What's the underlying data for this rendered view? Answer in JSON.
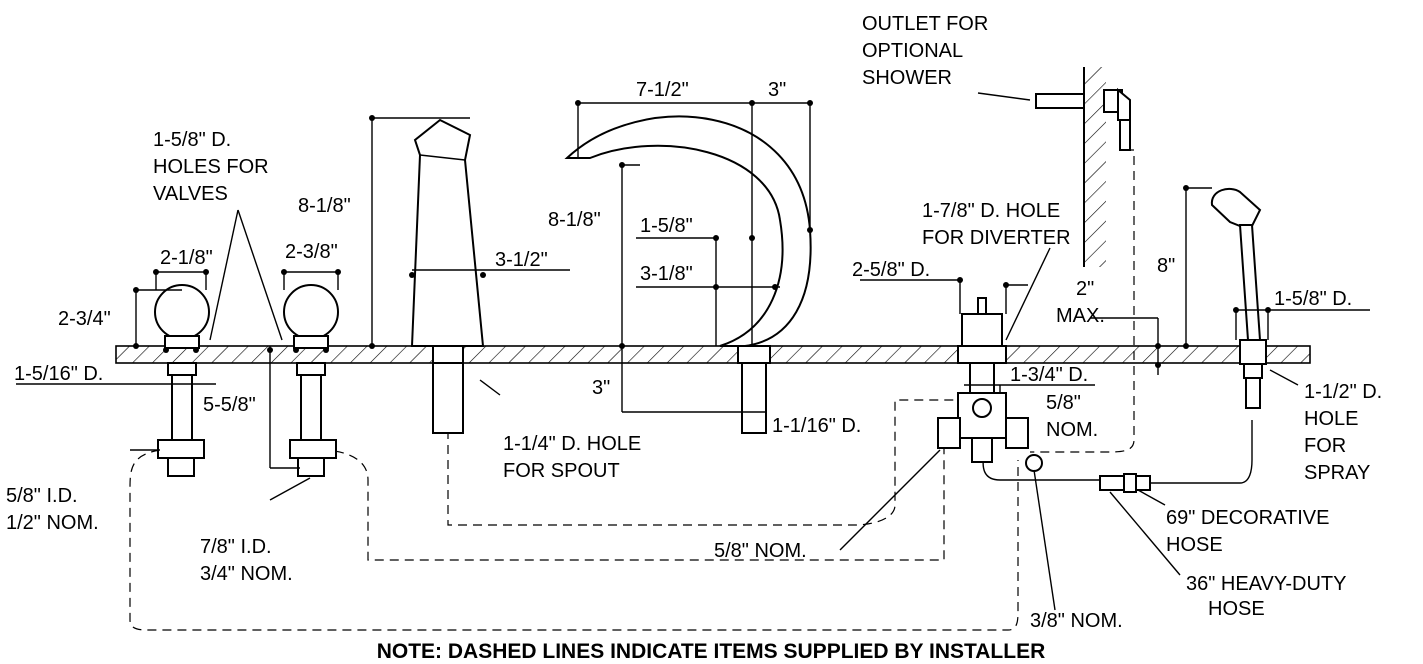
{
  "labels": {
    "outlet_shower": [
      "OUTLET FOR",
      "OPTIONAL",
      "SHOWER"
    ],
    "holes_valves": [
      "1-5/8\" D.",
      "HOLES FOR",
      "VALVES"
    ],
    "dim_8_1_8_a": "8-1/8\"",
    "dim_2_1_8": "2-1/8\"",
    "dim_2_3_8": "2-3/8\"",
    "dim_2_3_4": "2-3/4\"",
    "dim_3_1_2": "3-1/2\"",
    "dim_7_1_2": "7-1/2\"",
    "dim_3_top": "3\"",
    "dim_8_1_8_b": "8-1/8\"",
    "dim_1_5_8": "1-5/8\"",
    "dim_3_1_8": "3-1/8\"",
    "hole_diverter": [
      "1-7/8\" D. HOLE",
      "FOR DIVERTER"
    ],
    "dim_2_5_8_d": "2-5/8\" D.",
    "dim_2_max": [
      "2\"",
      "MAX."
    ],
    "dim_8": "8\"",
    "dim_1_5_8_d": "1-5/8\" D.",
    "dim_1_5_16_d": "1-5/16\" D.",
    "dim_5_5_8": "5-5/8\"",
    "dim_3_bottom": "3\"",
    "dim_1_1_16_d": "1-1/16\" D.",
    "dim_1_3_4_d": "1-3/4\" D.",
    "nom_5_8_a": [
      "5/8\"",
      "NOM."
    ],
    "hole_spout": [
      "1-1/4\" D. HOLE",
      "FOR SPOUT"
    ],
    "hole_spray": [
      "1-1/2\" D.",
      "HOLE",
      "FOR",
      "SPRAY"
    ],
    "id_5_8": [
      "5/8\" I.D.",
      "1/2\" NOM."
    ],
    "id_7_8": [
      "7/8\" I.D.",
      "3/4\" NOM."
    ],
    "nom_5_8_b": "5/8\" NOM.",
    "deco_hose": [
      "69\" DECORATIVE",
      "HOSE"
    ],
    "heavy_hose": [
      "36\" HEAVY-DUTY",
      "HOSE"
    ],
    "nom_3_8": "3/8\" NOM."
  },
  "note": "NOTE: DASHED LINES INDICATE ITEMS SUPPLIED BY INSTALLER"
}
